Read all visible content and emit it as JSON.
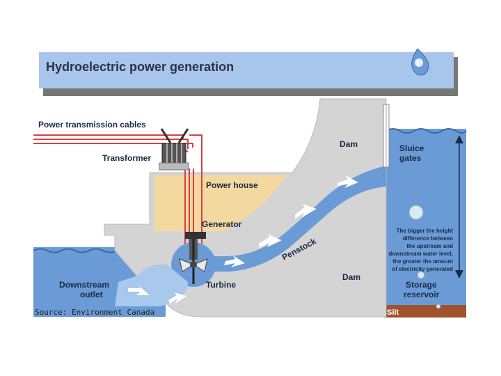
{
  "title": "Hydroelectric power generation",
  "labels": {
    "cables": "Power transmission cables",
    "transformer": "Transformer",
    "dam_top": "Dam",
    "dam_bottom": "Dam",
    "sluice_line1": "Sluice",
    "sluice_line2": "gates",
    "power_house": "Power house",
    "generator": "Generator",
    "penstock": "Penstock",
    "turbine": "Turbine",
    "downstream_line1": "Downstream",
    "downstream_line2": "outlet",
    "storage_line1": "Storage",
    "storage_line2": "reservoir",
    "silt": "Silt"
  },
  "note_lines": [
    "The bigger the height",
    "difference between",
    "the upstream and",
    "downstream water level,",
    "the greater the amount",
    "of electricity generated"
  ],
  "source": "Source: Environment Canada",
  "colors": {
    "water": "#6b9bd6",
    "water_light": "#a8c8ec",
    "concrete": "#d4d4d4",
    "power_house": "#f3d9a0",
    "cable": "#d94040",
    "silt": "#a0522d"
  }
}
